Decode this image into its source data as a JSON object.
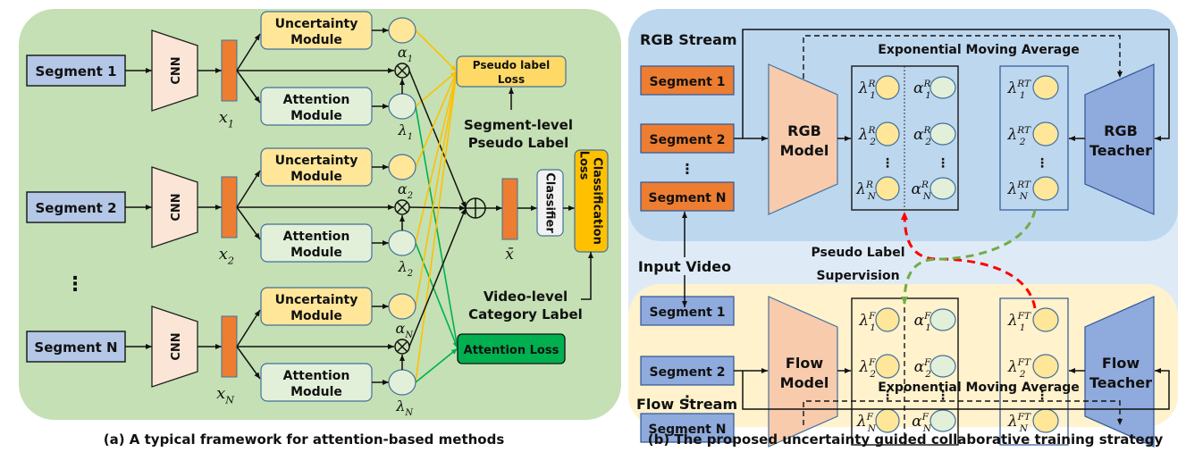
{
  "panel_a": {
    "caption": "(a) A typical framework for attention-based methods",
    "segments": [
      "Segment 1",
      "Segment 2",
      "Segment N"
    ],
    "cnn_label": "CNN",
    "features": [
      "x",
      "x",
      "x"
    ],
    "feature_subs": [
      "1",
      "2",
      "N"
    ],
    "uncertainty_module": "Uncertainty\nModule",
    "uncertainty_line1": "Uncertainty",
    "uncertainty_line2": "Module",
    "attention_line1": "Attention",
    "attention_line2": "Module",
    "alpha": "α",
    "lambda": "λ",
    "subs": [
      "1",
      "2",
      "N"
    ],
    "dots": "⋮",
    "pseudo_loss_line1": "Pseudo label",
    "pseudo_loss_line2": "Loss",
    "segment_pseudo_line1": "Segment-level",
    "segment_pseudo_line2": "Pseudo Label",
    "aggregate_label": "x̄",
    "classifier": "Classifier",
    "classification_loss_line1": "Classification",
    "classification_loss_line2": "Loss",
    "video_label_line1": "Video-level",
    "video_label_line2": "Category Label",
    "attention_loss": "Attention Loss",
    "colors": {
      "background": "#c5e0b4",
      "segment": "#b4c7e7",
      "cnn": "#fbe5d6",
      "feature": "#ed7d31",
      "uncertainty": "#ffe699",
      "attention": "#e2f0d9",
      "pseudo_loss": "#ffd966",
      "classification_loss": "#ffc000",
      "classifier": "#f2f2f2",
      "attention_loss": "#00b050",
      "yellow_line": "#ffc000",
      "green_line": "#00b050"
    }
  },
  "panel_b": {
    "caption": "(b) The proposed uncertainty guided collaborative training strategy",
    "rgb_stream_label": "RGB Stream",
    "flow_stream_label": "Flow Stream",
    "rgb_segments": [
      "Segment 1",
      "Segment 2",
      "Segment N"
    ],
    "flow_segments": [
      "Segment 1",
      "Segment 2",
      "Segment N"
    ],
    "rgb_model_line1": "RGB",
    "rgb_model_line2": "Model",
    "flow_model_line1": "Flow",
    "flow_model_line2": "Model",
    "rgb_teacher_line1": "RGB",
    "rgb_teacher_line2": "Teacher",
    "flow_teacher_line1": "Flow",
    "flow_teacher_line2": "Teacher",
    "ema_label": "Exponential Moving Average",
    "input_video": "Input Video",
    "pseudo_sup_line1": "Pseudo Label",
    "pseudo_sup_line2": "Supervision",
    "rgb_sup": "R",
    "rgb_teacher_sup": "RT",
    "flow_sup": "F",
    "flow_teacher_sup": "FT",
    "lambda": "λ",
    "alpha": "α",
    "subs": [
      "1",
      "2",
      "N"
    ],
    "dots": "⋮",
    "colors": {
      "rgb_background": "#bdd7ee",
      "outer_background": "#deebf7",
      "flow_background": "#fff2cc",
      "rgb_segment": "#ed7d31",
      "flow_segment": "#8faadc",
      "student_model": "#f8cbad",
      "teacher_model": "#8faadc",
      "lambda_node": "#ffe699",
      "alpha_node": "#e2f0d9",
      "red_dashed": "#ff0000",
      "green_dashed": "#70ad47"
    }
  }
}
